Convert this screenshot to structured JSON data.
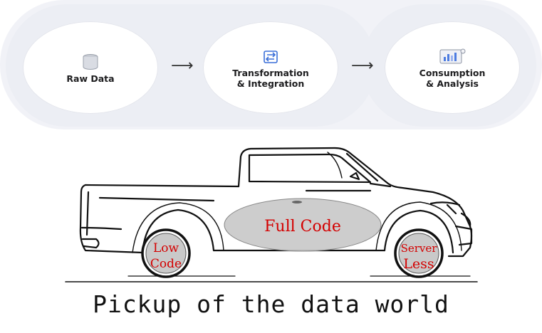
{
  "pipeline": {
    "stages": [
      {
        "label": "Raw Data",
        "icon": "database-icon"
      },
      {
        "label": "Transformation\n& Integration",
        "icon": "transform-arrows-icon"
      },
      {
        "label": "Consumption\n& Analysis",
        "icon": "dashboard-chart-icon"
      }
    ],
    "arrow": "⟶"
  },
  "truck": {
    "center_label": "Full Code",
    "rear_wheel_label_line1": "Low",
    "rear_wheel_label_line2": "Code",
    "front_wheel_label_line1": "Server",
    "front_wheel_label_line2": "Less",
    "label_color": "#d40000",
    "wheel_fill": "#c9c9c9"
  },
  "caption": "Pickup of the data world"
}
